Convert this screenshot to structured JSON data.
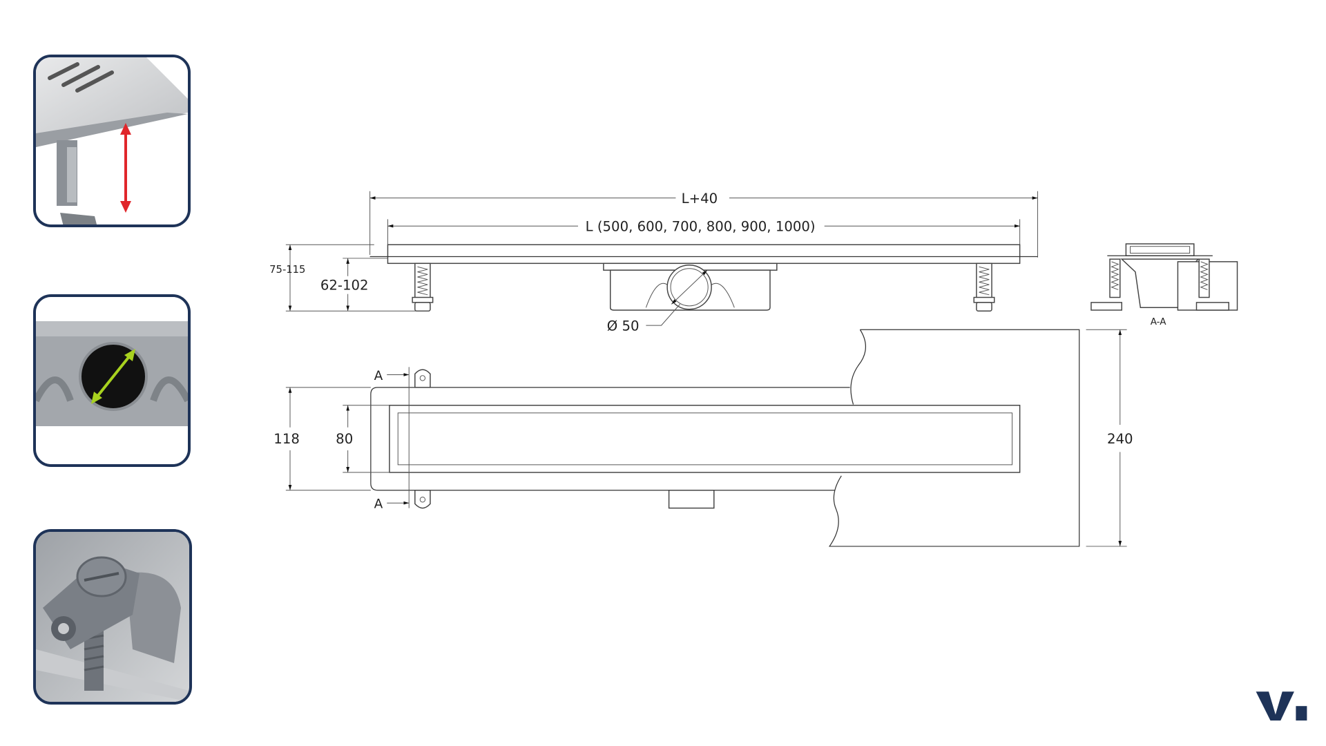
{
  "thumbnails": [
    {
      "subject": "height-adjustable-foot",
      "arrow_color": "#e0262b"
    },
    {
      "subject": "outlet-diameter",
      "arrow_color": "#a8d21f"
    },
    {
      "subject": "adjustment-screw-foot"
    }
  ],
  "elevation": {
    "overall_length": "L+40",
    "length": "L (500, 600, 700, 800, 900, 1000)",
    "total_height": "75-115",
    "foot_height": "62-102",
    "outlet_diameter": "Ø 50"
  },
  "section": {
    "label": "A-A"
  },
  "plan": {
    "section_mark": "A",
    "section_mark_bottom": "A",
    "channel_width": "118",
    "grate_width": "80",
    "recess_width": "240"
  },
  "brand": {
    "logo_text": "V.",
    "color": "#1e3358"
  }
}
